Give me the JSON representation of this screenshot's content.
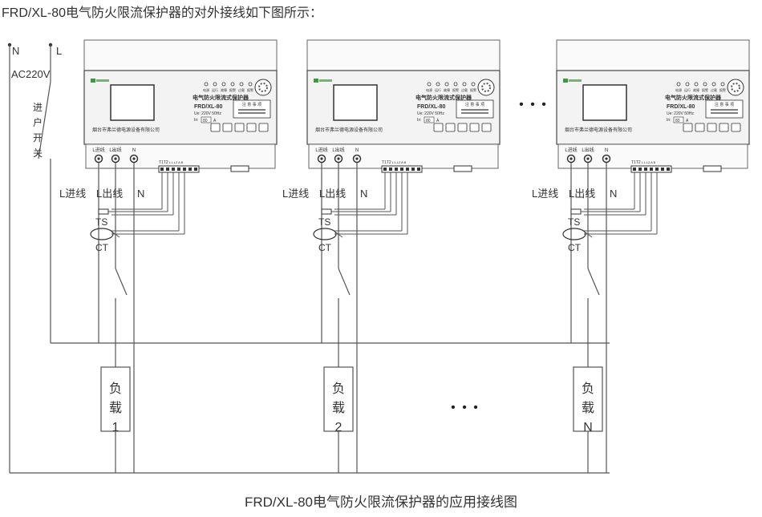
{
  "heading": "FRD/XL-80电气防火限流保护器的对外接线如下图所示：",
  "caption": "FRD/XL-80电气防火限流保护器的应用接线图",
  "supply": {
    "n_label": "N",
    "l_label": "L",
    "voltage": "AC220V",
    "switch_chars": [
      "进",
      "户",
      "开",
      "关"
    ]
  },
  "device": {
    "indicators": [
      "电源",
      "运行",
      "故障",
      "报警",
      "过载",
      "报警"
    ],
    "title": "电气防火限流式保护器",
    "model": "FRD/XL-80",
    "rating": "Ue: 220V 50Hz",
    "current_prefix": "In:",
    "current_value": "80",
    "current_unit": "A",
    "notice_title": "注 意 事 项",
    "company": "烟台市弗兰德电源设备有限公司",
    "term_l_in": "L进线",
    "term_l_out": "L出线",
    "term_n": "N",
    "term_right": "T1T2",
    "term_right_sub": "L1-L2 A  B"
  },
  "wiring": {
    "l_in": "L进线",
    "l_out": "L出线",
    "n": "N",
    "ts": "TS",
    "ct": "CT"
  },
  "ellipsis": "• • •",
  "loads": [
    {
      "chars": [
        "负",
        "载",
        "1"
      ]
    },
    {
      "chars": [
        "负",
        "载",
        "2"
      ]
    },
    {
      "chars": [
        "负",
        "载",
        "N"
      ]
    }
  ]
}
